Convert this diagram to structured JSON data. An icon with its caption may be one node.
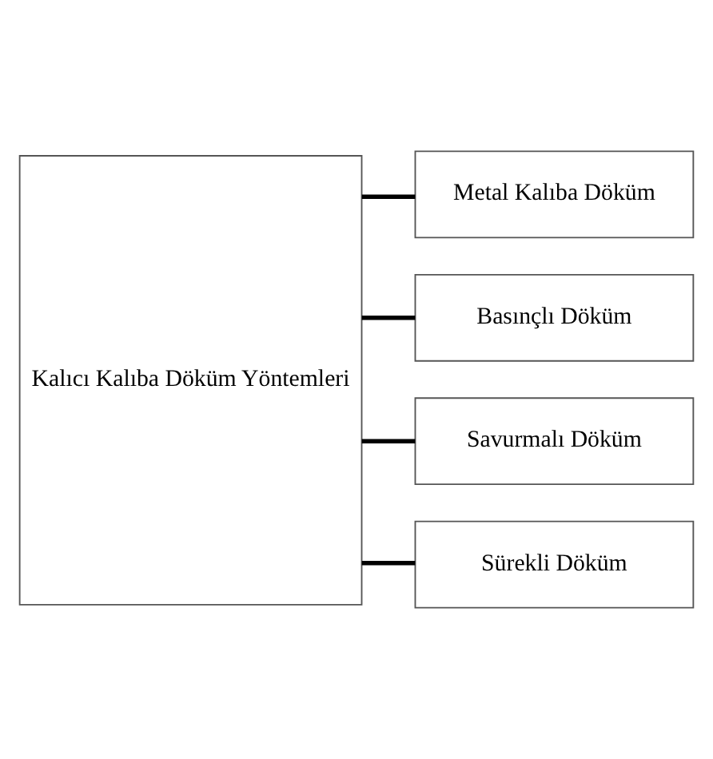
{
  "diagram": {
    "nodes": [
      {
        "text": [
          "Kalıcı Kalıba Döküm Yöntemleri"
        ]
      },
      {
        "text": [
          "Metal Kalıba Döküm"
        ]
      },
      {
        "text": [
          "Basınçlı Döküm"
        ]
      },
      {
        "text": [
          "Savurmalı Döküm"
        ]
      },
      {
        "text": [
          "Sürekli Döküm"
        ]
      }
    ],
    "edges": [
      {
        "from": 0,
        "to": 1,
        "arrow": "none"
      },
      {
        "from": 0,
        "to": 2,
        "arrow": "none"
      },
      {
        "from": 0,
        "to": 3,
        "arrow": "none"
      },
      {
        "from": 0,
        "to": 4,
        "arrow": "none"
      }
    ]
  }
}
